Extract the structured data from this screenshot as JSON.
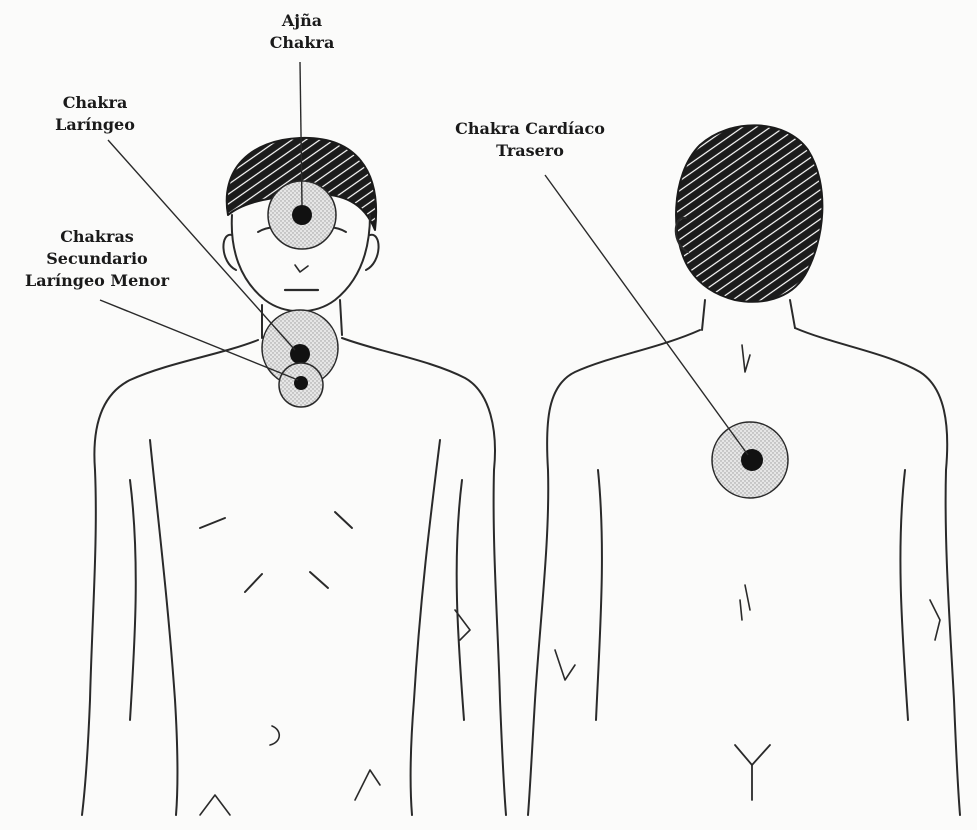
{
  "labels": {
    "ajna": [
      "Ajña",
      "Chakra"
    ],
    "laryngeal": [
      "Chakra",
      "Laríngeo"
    ],
    "secondary": [
      "Chakras",
      "Secundario",
      "Laríngeo Menor"
    ],
    "back_heart": [
      "Chakra Cardíaco",
      "Trasero"
    ]
  },
  "colors": {
    "line": "#2a2a2a",
    "chakra_fill": "#d9d9d9",
    "chakra_center": "#111111",
    "hair": "#1b1b1b"
  }
}
